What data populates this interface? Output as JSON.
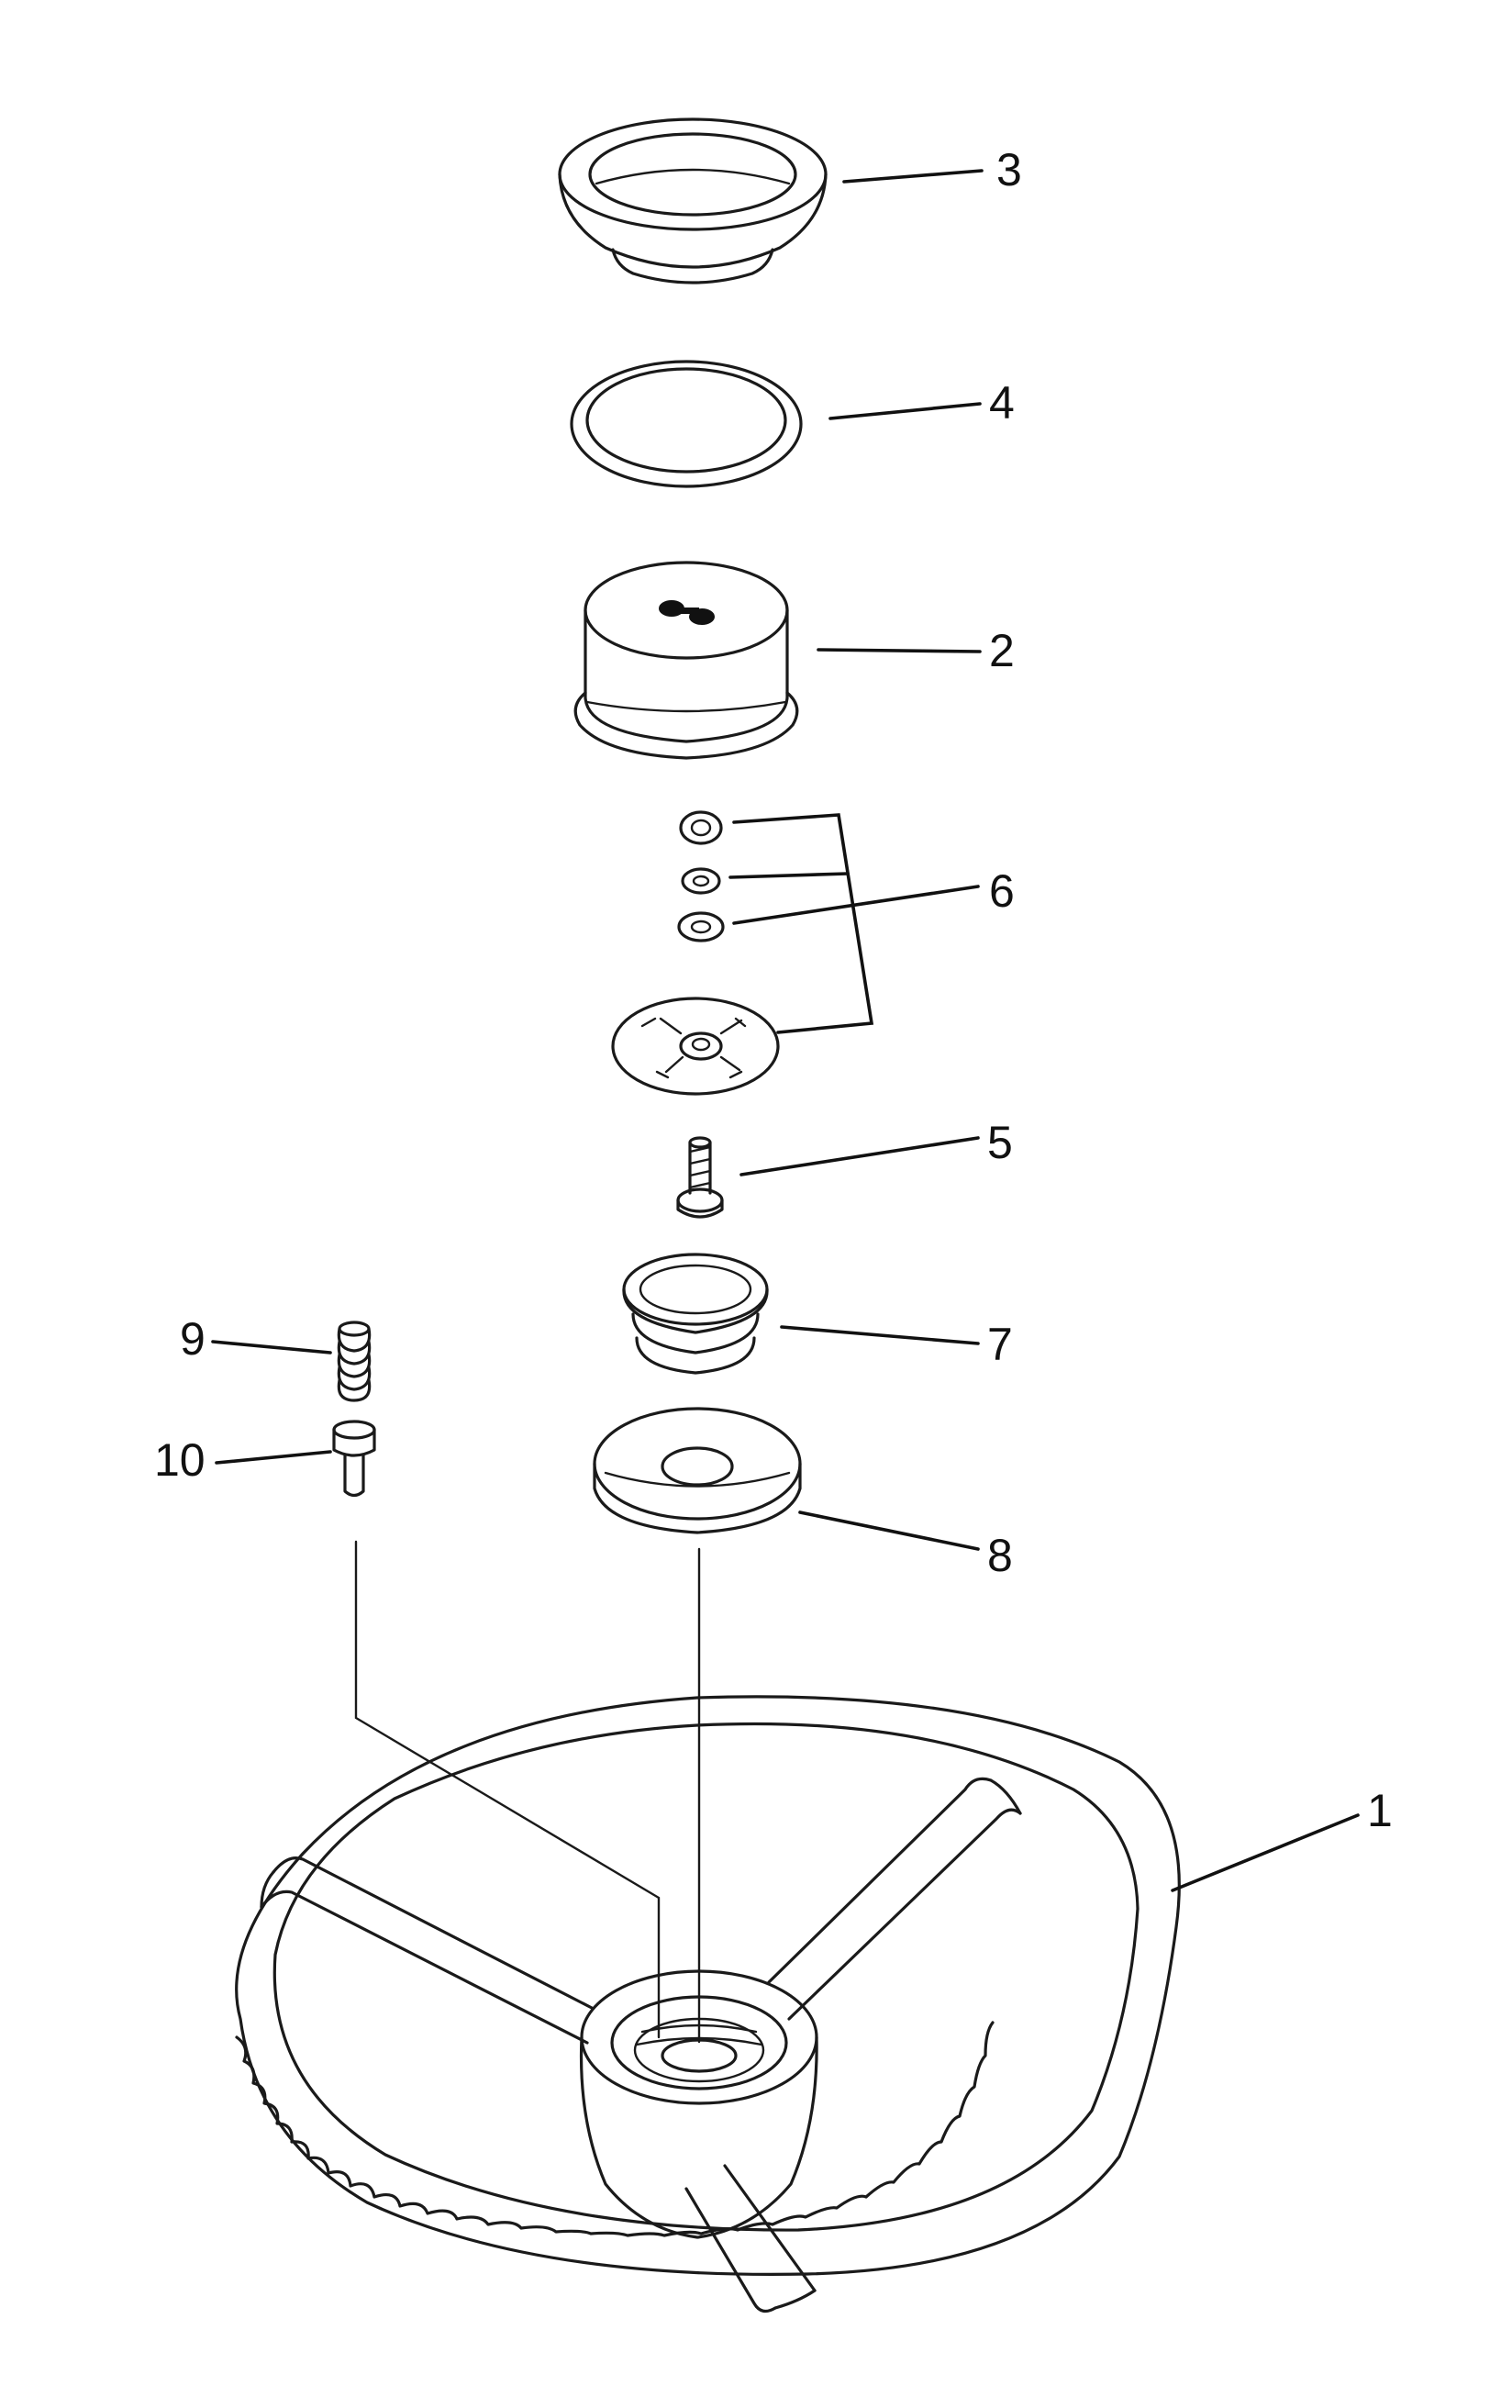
{
  "diagram": {
    "type": "exploded-parts-view",
    "callouts": [
      {
        "id": "1",
        "text": "1"
      },
      {
        "id": "2",
        "text": "2"
      },
      {
        "id": "3",
        "text": "3"
      },
      {
        "id": "4",
        "text": "4"
      },
      {
        "id": "5",
        "text": "5"
      },
      {
        "id": "6",
        "text": "6"
      },
      {
        "id": "7",
        "text": "7"
      },
      {
        "id": "8",
        "text": "8"
      },
      {
        "id": "9",
        "text": "9"
      },
      {
        "id": "10",
        "text": "10"
      }
    ],
    "colors": {
      "line": "#1a1a1a",
      "background": "#ffffff"
    }
  }
}
